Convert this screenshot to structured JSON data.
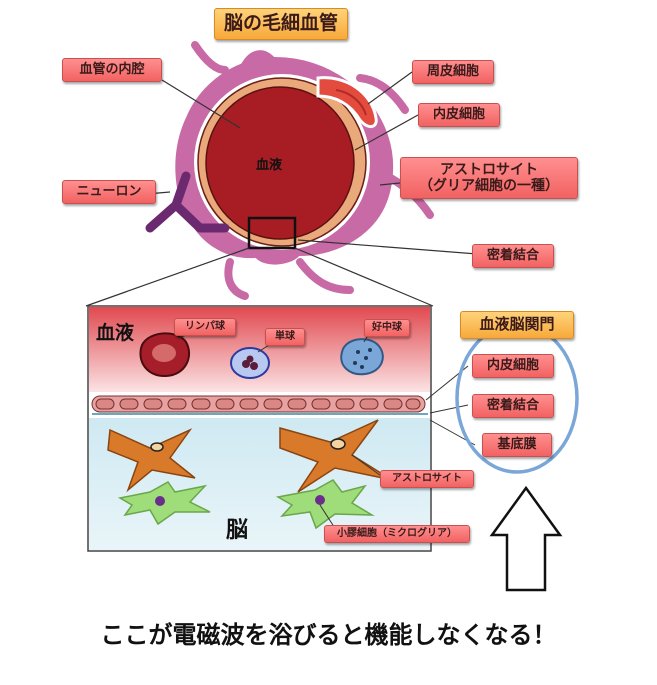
{
  "title": "脳の毛細血管",
  "labels": {
    "lumen": "血管の内腔",
    "blood_center": "血液",
    "pericyte": "周皮細胞",
    "endothelial": "内皮細胞",
    "astrocyte_line1": "アストロサイト",
    "astrocyte_line2": "（グリア細胞の一種）",
    "neuron": "ニューロン",
    "tight_junction": "密着結合"
  },
  "zoom": {
    "blood_side": "血液",
    "brain_side": "脳",
    "lymphocyte": "リンパ球",
    "monocyte": "単球",
    "neutrophil": "好中球",
    "astrocyte": "アストロサイト",
    "microglia": "小膠細胞（ミクログリア）"
  },
  "bbb": {
    "title": "血液脳関門",
    "items": [
      "内皮細胞",
      "密着結合",
      "基底膜"
    ]
  },
  "caption": "ここが電磁波を浴びると機能しなくなる！",
  "colors": {
    "blood": "#a81d24",
    "label_red": "#f26262",
    "label_orange": "#f7a93a",
    "astrocyte_purple": "#c86aa5",
    "bbb_circle": "#7aa6d8"
  }
}
